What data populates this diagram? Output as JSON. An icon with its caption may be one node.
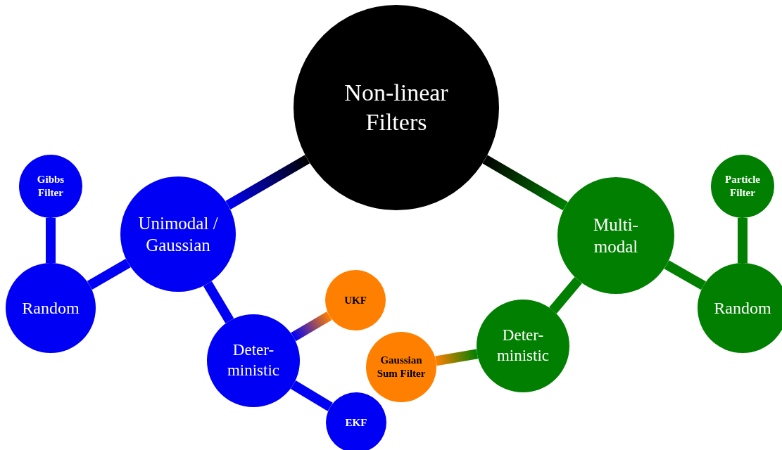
{
  "diagram": {
    "nodes": [
      {
        "text": [
          "Non-linear Filters"
        ]
      },
      {
        "text": [
          "Unimodal / Gaussian"
        ]
      },
      {
        "text": [
          "Gibbs Filter"
        ]
      },
      {
        "text": [
          "Random"
        ]
      },
      {
        "text": [
          "Deter- ministic"
        ]
      },
      {
        "text": [
          "UKF"
        ]
      },
      {
        "text": [
          "EKF"
        ]
      },
      {
        "text": [
          "Multi- modal"
        ]
      },
      {
        "text": [
          "Particle Filter"
        ]
      },
      {
        "text": [
          "Random"
        ]
      },
      {
        "text": [
          "Deter- ministic"
        ]
      },
      {
        "text": [
          "Gaussian Sum Filter"
        ]
      }
    ],
    "edges": [
      {
        "from": 0,
        "to": 1,
        "arrow": "none"
      },
      {
        "from": 1,
        "to": 3,
        "arrow": "none"
      },
      {
        "from": 3,
        "to": 2,
        "arrow": "none"
      },
      {
        "from": 1,
        "to": 4,
        "arrow": "none"
      },
      {
        "from": 4,
        "to": 5,
        "arrow": "none"
      },
      {
        "from": 4,
        "to": 6,
        "arrow": "none"
      },
      {
        "from": 0,
        "to": 7,
        "arrow": "none"
      },
      {
        "from": 7,
        "to": 9,
        "arrow": "none"
      },
      {
        "from": 9,
        "to": 8,
        "arrow": "none"
      },
      {
        "from": 7,
        "to": 10,
        "arrow": "none"
      },
      {
        "from": 10,
        "to": 11,
        "arrow": "none"
      }
    ]
  }
}
